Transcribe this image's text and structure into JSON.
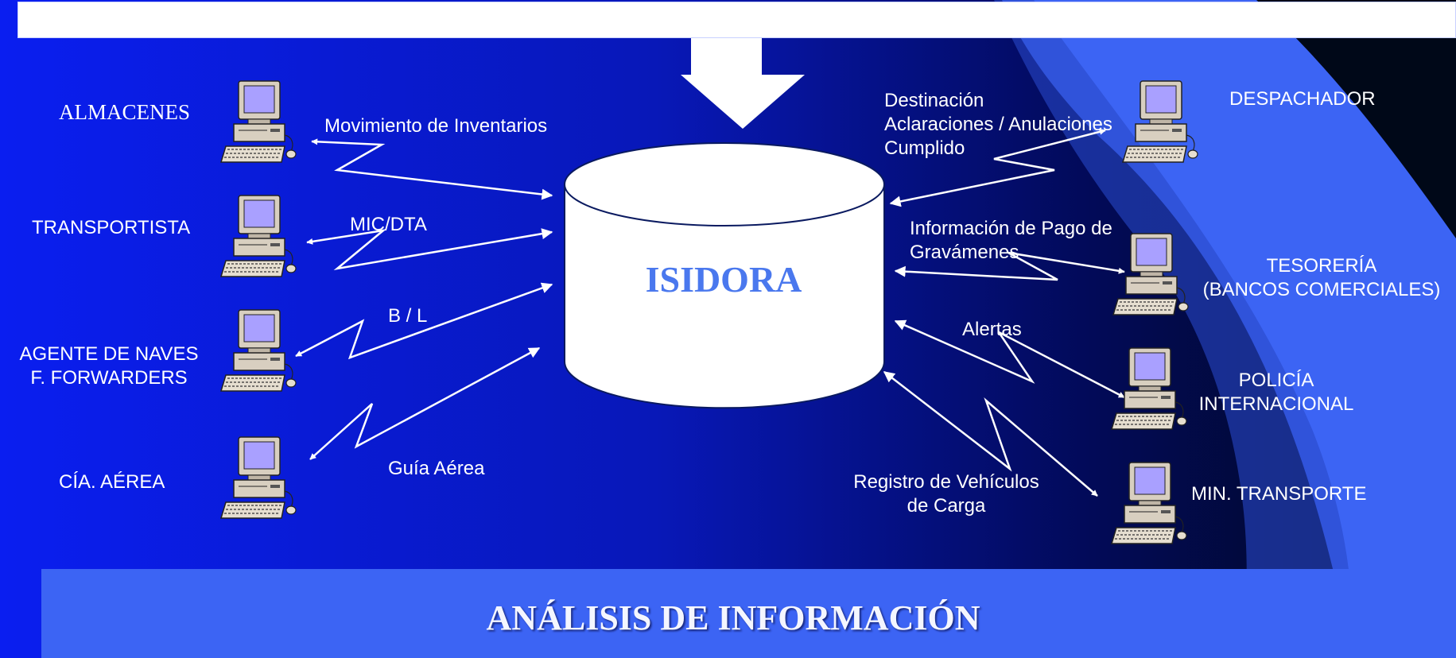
{
  "diagram": {
    "database": {
      "label": "ISIDORA"
    },
    "banner": {
      "title": "ANÁLISIS DE INFORMACIÓN"
    },
    "left_nodes": [
      {
        "label": "ALMACENES"
      },
      {
        "label": "TRANSPORTISTA"
      },
      {
        "label_lines": [
          "AGENTE DE NAVES",
          "F. FORWARDERS"
        ]
      },
      {
        "label": "CÍA. AÉREA"
      }
    ],
    "right_nodes": [
      {
        "label": "DESPACHADOR"
      },
      {
        "label_lines": [
          "TESORERÍA",
          "(BANCOS COMERCIALES)"
        ]
      },
      {
        "label_lines": [
          "POLICÍA",
          "INTERNACIONAL"
        ]
      },
      {
        "label": "MIN. TRANSPORTE"
      }
    ],
    "flows": {
      "almacenes": "Movimiento de Inventarios",
      "transportista": "MIC/DTA",
      "agente": "B / L",
      "cia_aerea": "Guía Aérea",
      "despachador_lines": [
        "Destinación",
        "Aclaraciones / Anulaciones",
        "Cumplido"
      ],
      "tesoreria_lines": [
        "Información de Pago de",
        "Gravámenes"
      ],
      "policia": "Alertas",
      "min_transporte_lines": [
        "Registro de Vehículos",
        "de Carga"
      ]
    },
    "colors": {
      "background_left": "#0a1ef0",
      "background_right": "#000818",
      "swoosh": "#3c64f4",
      "banner": "#3c64f4",
      "database_label": "#4a78ee",
      "line": "#ffffff"
    }
  }
}
